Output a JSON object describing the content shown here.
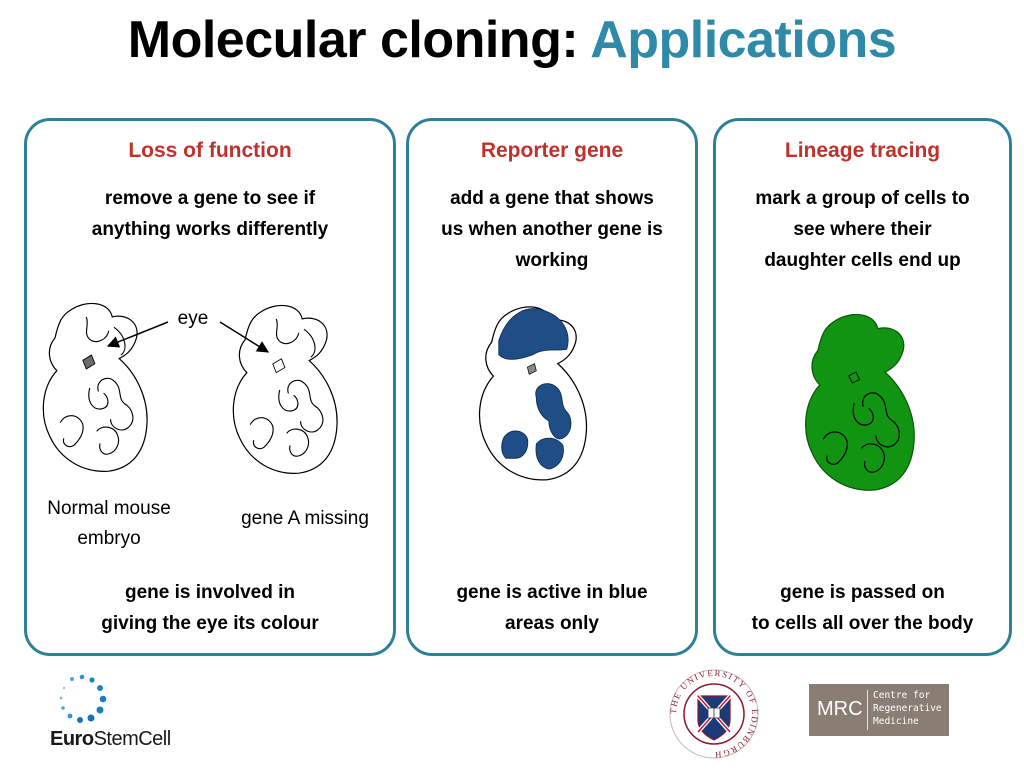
{
  "title": {
    "main": "Molecular cloning:",
    "accent": "Applications"
  },
  "colors": {
    "title_accent": "#2e8aa6",
    "panel_border": "#2e7f9a",
    "heading": "#c0312b",
    "reporter_blue": "#1f4e87",
    "lineage_green": "#119411",
    "eye_grey": "#6b6b6b"
  },
  "panels": [
    {
      "heading": "Loss of function",
      "description": "remove a gene to see if\nanything works differently",
      "eye_label": "eye",
      "caption_left": "Normal mouse\nembryo",
      "caption_right": "gene A missing",
      "footer": "gene is involved in\ngiving the eye its colour"
    },
    {
      "heading": "Reporter gene",
      "description": "add a gene that shows\nus when another gene is\nworking",
      "footer": "gene is active in blue\nareas only"
    },
    {
      "heading": "Lineage tracing",
      "description": "mark a group of cells to\nsee where their\ndaughter cells end up",
      "footer": "gene is passed on\nto cells all over the body"
    }
  ],
  "logos": {
    "eurostemcell": {
      "part1": "Euro",
      "part2": "StemCell"
    },
    "edinburgh": {
      "ring_text": "THE UNIVERSITY OF EDINBURGH"
    },
    "mrc": {
      "mark": "MRC",
      "name": "Centre for\nRegenerative\nMedicine"
    }
  }
}
